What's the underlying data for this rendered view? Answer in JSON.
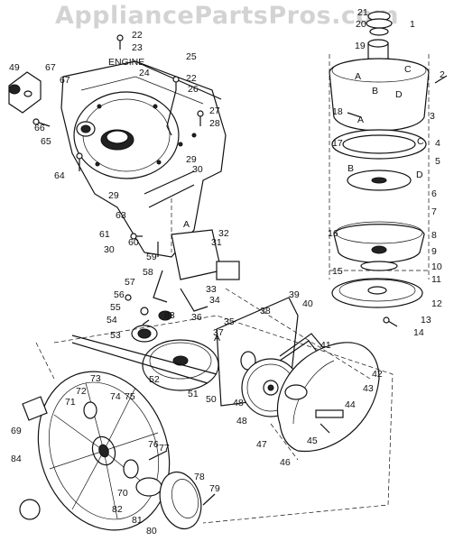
{
  "watermark": "AppliancePartsPros.com",
  "engine_label": "ENGINE",
  "section_letters": [
    "A",
    "B",
    "C",
    "D",
    "A",
    "C",
    "B",
    "D",
    "A",
    "A"
  ],
  "callouts": [
    "1",
    "2",
    "3",
    "4",
    "5",
    "6",
    "7",
    "8",
    "9",
    "10",
    "11",
    "12",
    "13",
    "14",
    "15",
    "16",
    "17",
    "18",
    "19",
    "20",
    "21",
    "22",
    "22",
    "23",
    "24",
    "25",
    "26",
    "27",
    "28",
    "29",
    "29",
    "30",
    "30",
    "31",
    "32",
    "33",
    "34",
    "35",
    "36",
    "37",
    "38",
    "39",
    "40",
    "41",
    "42",
    "43",
    "44",
    "45",
    "46",
    "47",
    "48",
    "48",
    "49",
    "50",
    "51",
    "52",
    "53",
    "54",
    "55",
    "56",
    "57",
    "58",
    "59",
    "60",
    "61",
    "63",
    "64",
    "65",
    "66",
    "67",
    "67",
    "69",
    "70",
    "71",
    "72",
    "73",
    "74",
    "75",
    "76",
    "77",
    "78",
    "79",
    "80",
    "81",
    "82",
    "83",
    "84"
  ]
}
